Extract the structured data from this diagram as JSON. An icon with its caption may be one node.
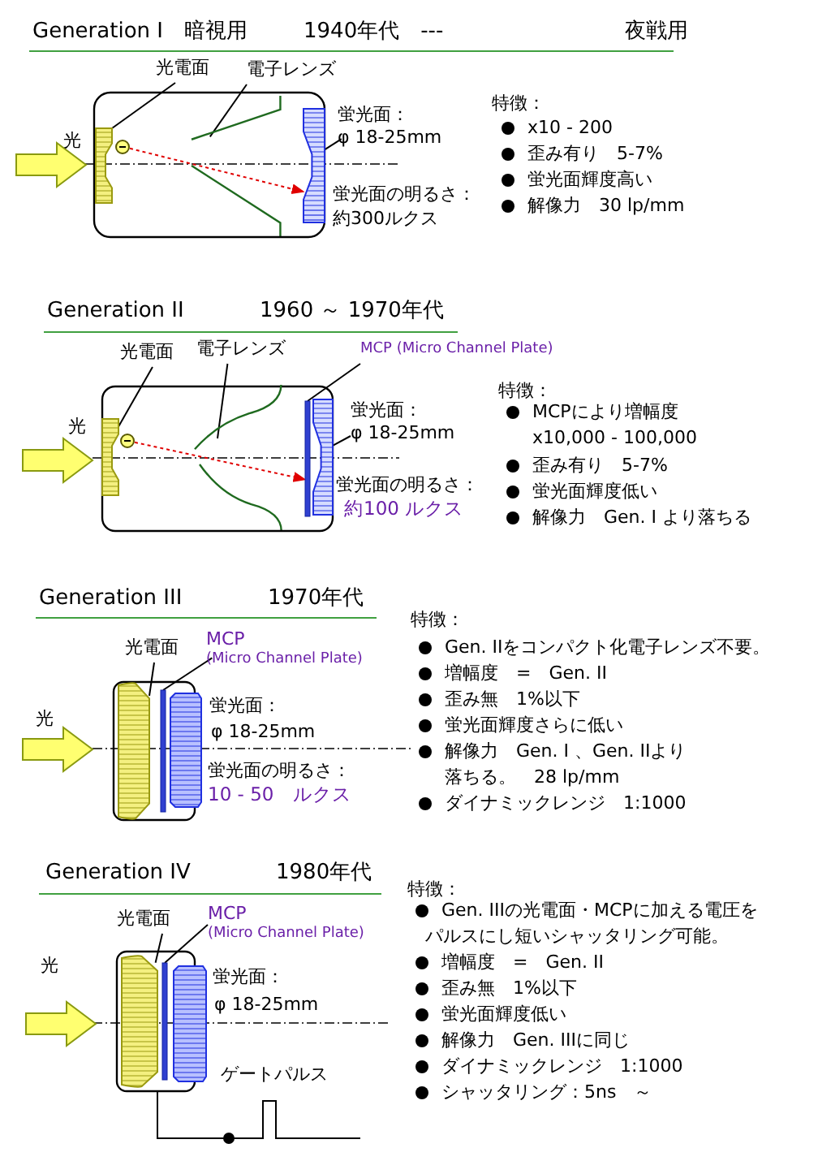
{
  "diagram": {
    "nodes": [
      {
        "text": [
          "光電面"
        ]
      },
      {
        "text": [],
        "shape": "bar"
      },
      {
        "text": [],
        "shape": "circle"
      },
      {
        "text": [
          "電子レンズ"
        ]
      },
      {
        "text": [],
        "shape": "line"
      },
      {
        "text": [
          "蛍光面：",
          "φ 18-25mm"
        ]
      },
      {
        "text": [],
        "shape": "bar"
      },
      {
        "text": [
          "光電面"
        ]
      },
      {
        "text": [],
        "shape": "bar"
      },
      {
        "text": [],
        "shape": "circle"
      },
      {
        "text": [
          "電子レンズ"
        ]
      },
      {
        "text": [],
        "shape": "line"
      },
      {
        "text": [
          "MCP (Micro Channel Plate)"
        ]
      },
      {
        "text": [],
        "shape": "bar"
      },
      {
        "text": [
          "蛍光面：",
          "φ 18-25mm"
        ]
      },
      {
        "text": [],
        "shape": "bar"
      },
      {
        "text": [
          "光電面"
        ]
      },
      {
        "text": [],
        "shape": "bar"
      },
      {
        "text": [
          "MCP",
          "(Micro Channel Plate)"
        ]
      },
      {
        "text": [],
        "shape": "bar"
      },
      {
        "text": [],
        "shape": "bar"
      },
      {
        "text": [
          "光電面"
        ]
      },
      {
        "text": [],
        "shape": "bar"
      },
      {
        "text": [
          "MCP",
          "(Micro Channel Plate)"
        ]
      },
      {
        "text": [],
        "shape": "bar"
      },
      {
        "text": [],
        "shape": "bar"
      }
    ],
    "edges": [
      {
        "from": 0,
        "to": 1,
        "arrow": "none"
      },
      {
        "from": 3,
        "to": 4,
        "arrow": "none"
      },
      {
        "from": 5,
        "to": 6,
        "arrow": "none"
      },
      {
        "from": 2,
        "to": 6,
        "arrow": "to",
        "style": "dashed",
        "color": "#e00000"
      },
      {
        "from": 7,
        "to": 8,
        "arrow": "none"
      },
      {
        "from": 10,
        "to": 11,
        "arrow": "none"
      },
      {
        "from": 12,
        "to": 13,
        "arrow": "none"
      },
      {
        "from": 14,
        "to": 15,
        "arrow": "none"
      },
      {
        "from": 9,
        "to": 13,
        "arrow": "to",
        "style": "dashed",
        "color": "#e00000"
      },
      {
        "from": 16,
        "to": 17,
        "arrow": "none"
      },
      {
        "from": 18,
        "to": 19,
        "arrow": "none"
      },
      {
        "from": 21,
        "to": 22,
        "arrow": "none"
      },
      {
        "from": 23,
        "to": 24,
        "arrow": "none"
      }
    ],
    "labels": [
      "Generation I　暗視用",
      "1940年代　---",
      "夜戦用",
      "光",
      "蛍光面の明るさ：",
      "約300ルクス",
      "特徴：",
      "x10 - 200",
      "歪み有り　5-7%",
      "蛍光面輝度高い",
      "解像力　30 lp/mm",
      "Generation II",
      "1960 ～ 1970年代",
      "光",
      "蛍光面の明るさ：",
      "約100 ルクス",
      "特徴：",
      "MCPにより増幅度 x10,000 - 100,000",
      "歪み有り　5-7%",
      "蛍光面輝度低い",
      "解像力　Gen. I より落ちる",
      "Generation III",
      "1970年代",
      "光",
      "蛍光面：",
      "φ 18-25mm",
      "蛍光面の明るさ：",
      "10 - 50　ルクス",
      "特徴：",
      "Gen. IIをコンパクト化電子レンズ不要。",
      "増幅度　=　Gen. II",
      "歪み無　1%以下",
      "蛍光面輝度さらに低い",
      "解像力　Gen. I 、Gen. IIより落ちる。　28 lp/mm",
      "ダイナミックレンジ　1:1000",
      "Generation IV",
      "1980年代",
      "光",
      "蛍光面：",
      "φ 18-25mm",
      "ゲートパルス",
      "特徴：",
      "Gen. IIIの光電面・MCPに加える電圧をパルスにし短いシャッタリング可能。",
      "増幅度　=　Gen. II",
      "歪み無　1%以下",
      "蛍光面輝度低い",
      "解像力　Gen. IIIに同じ",
      "ダイナミックレンジ　1:1000",
      "シャッタリング：5ns　～"
    ]
  }
}
